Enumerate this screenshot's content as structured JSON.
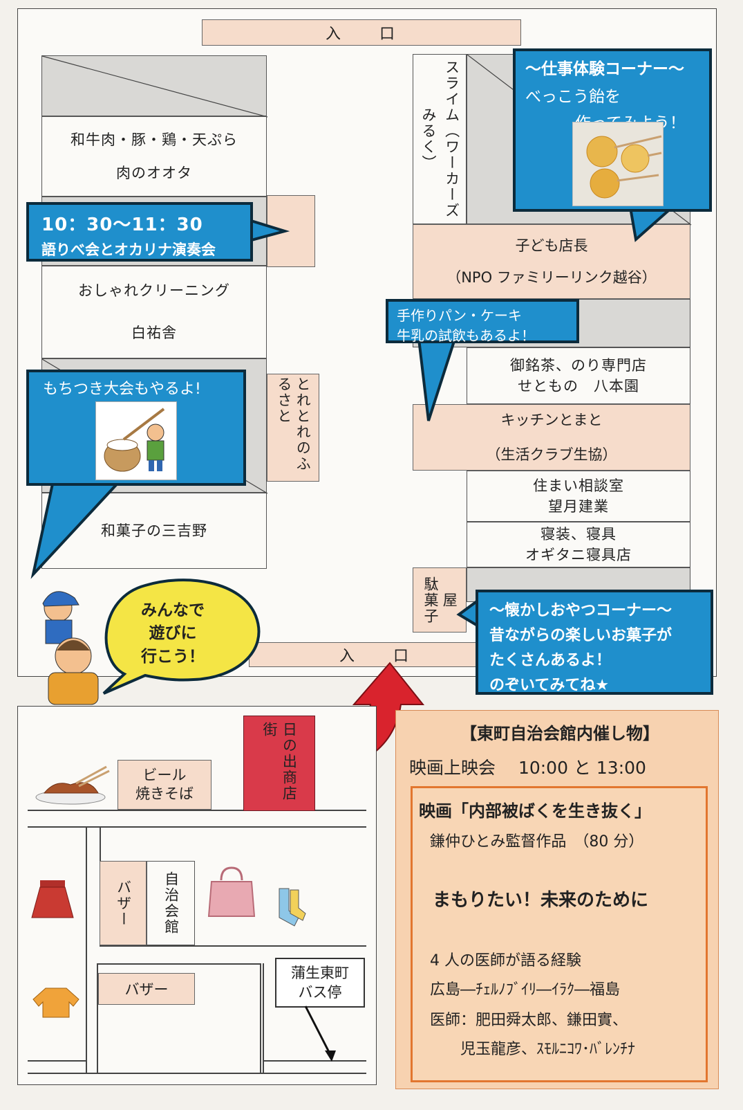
{
  "map": {
    "top_entrance": "入　　口",
    "bottom_entrance": "入　　口",
    "stalls_left": [
      {
        "line1": "和牛肉・豚・鶏・天ぷら",
        "line2": "肉のオオタ"
      },
      {
        "line1": "おしゃれクリーニング",
        "line2": "白祐舎"
      },
      {
        "line1": "和菓子の三吉野"
      }
    ],
    "toretore": "とれとれのふるさと",
    "slime": "スライム（ワーカーズ　みるく）",
    "stalls_right": [
      {
        "line1": "子ども店長",
        "line2": "（NPO ファミリーリンク越谷）"
      },
      {
        "line1": "御銘茶、のり専門店",
        "line2": "せともの　八本園"
      },
      {
        "line1": "キッチンとまと",
        "line2": "（生活クラブ生協）"
      },
      {
        "line1": "住まい相談室",
        "line2": "望月建業"
      },
      {
        "line1": "寝装、寝具",
        "line2": "オギタニ寝具店"
      }
    ],
    "dagashi_a": "駄菓子",
    "dagashi_b": "屋"
  },
  "bubbles": {
    "concert": {
      "line1": "10：30〜11：30",
      "line2": "語りべ会とオカリナ演奏会"
    },
    "work": {
      "line1": "〜仕事体験コーナー〜",
      "line2": "べっこう飴を",
      "line3": "作ってみよう！"
    },
    "bread": {
      "line1": "手作りパン・ケーキ",
      "line2": "牛乳の試飲もあるよ！"
    },
    "mochi": {
      "line1": "もちつき大会もやるよ!"
    },
    "play": {
      "line1": "みんなで",
      "line2": "遊びに",
      "line3": "行こう！"
    },
    "snack": {
      "line1": "〜懐かしおやつコーナー〜",
      "line2": "昔ながらの楽しいお菓子が",
      "line3": "たくさんあるよ！",
      "line4": "のぞいてみてね★"
    }
  },
  "lower_map": {
    "beer": {
      "line1": "ビール",
      "line2": "焼きそば"
    },
    "hinode": "日の出商店街",
    "bazaar_v": "バザー",
    "jichikaikan": "自治会館",
    "bazaar_h": "バザー",
    "bus_stop": {
      "line1": "蒲生東町",
      "line2": "バス停"
    }
  },
  "info": {
    "heading": "【東町自治会館内催し物】",
    "screening": "映画上映会　 10:00 と 13:00",
    "film_title": "映画「内部被ばくを生き抜く」",
    "director": "鎌仲ひとみ監督作品　（80 分）",
    "slogan": "まもりたい！未来のために",
    "doctors": "4 人の医師が語る経験",
    "places": "広島―ﾁｪﾙﾉﾌﾞｲﾘ―ｲﾗｸ―福島",
    "names1": "医師：肥田舜太郎、鎌田實、",
    "names2": "児玉龍彦、ｽﾓﾙﾆｺﾜ･ﾊﾞﾚﾝﾁﾅ"
  },
  "colors": {
    "bubble_blue": "#1f8fcc",
    "bubble_yellow": "#f4e545",
    "entrance_pink": "#f6dccb",
    "hinode_red": "#d93a4a",
    "arrow_red": "#d9232d",
    "info_orange": "#e2762f"
  }
}
